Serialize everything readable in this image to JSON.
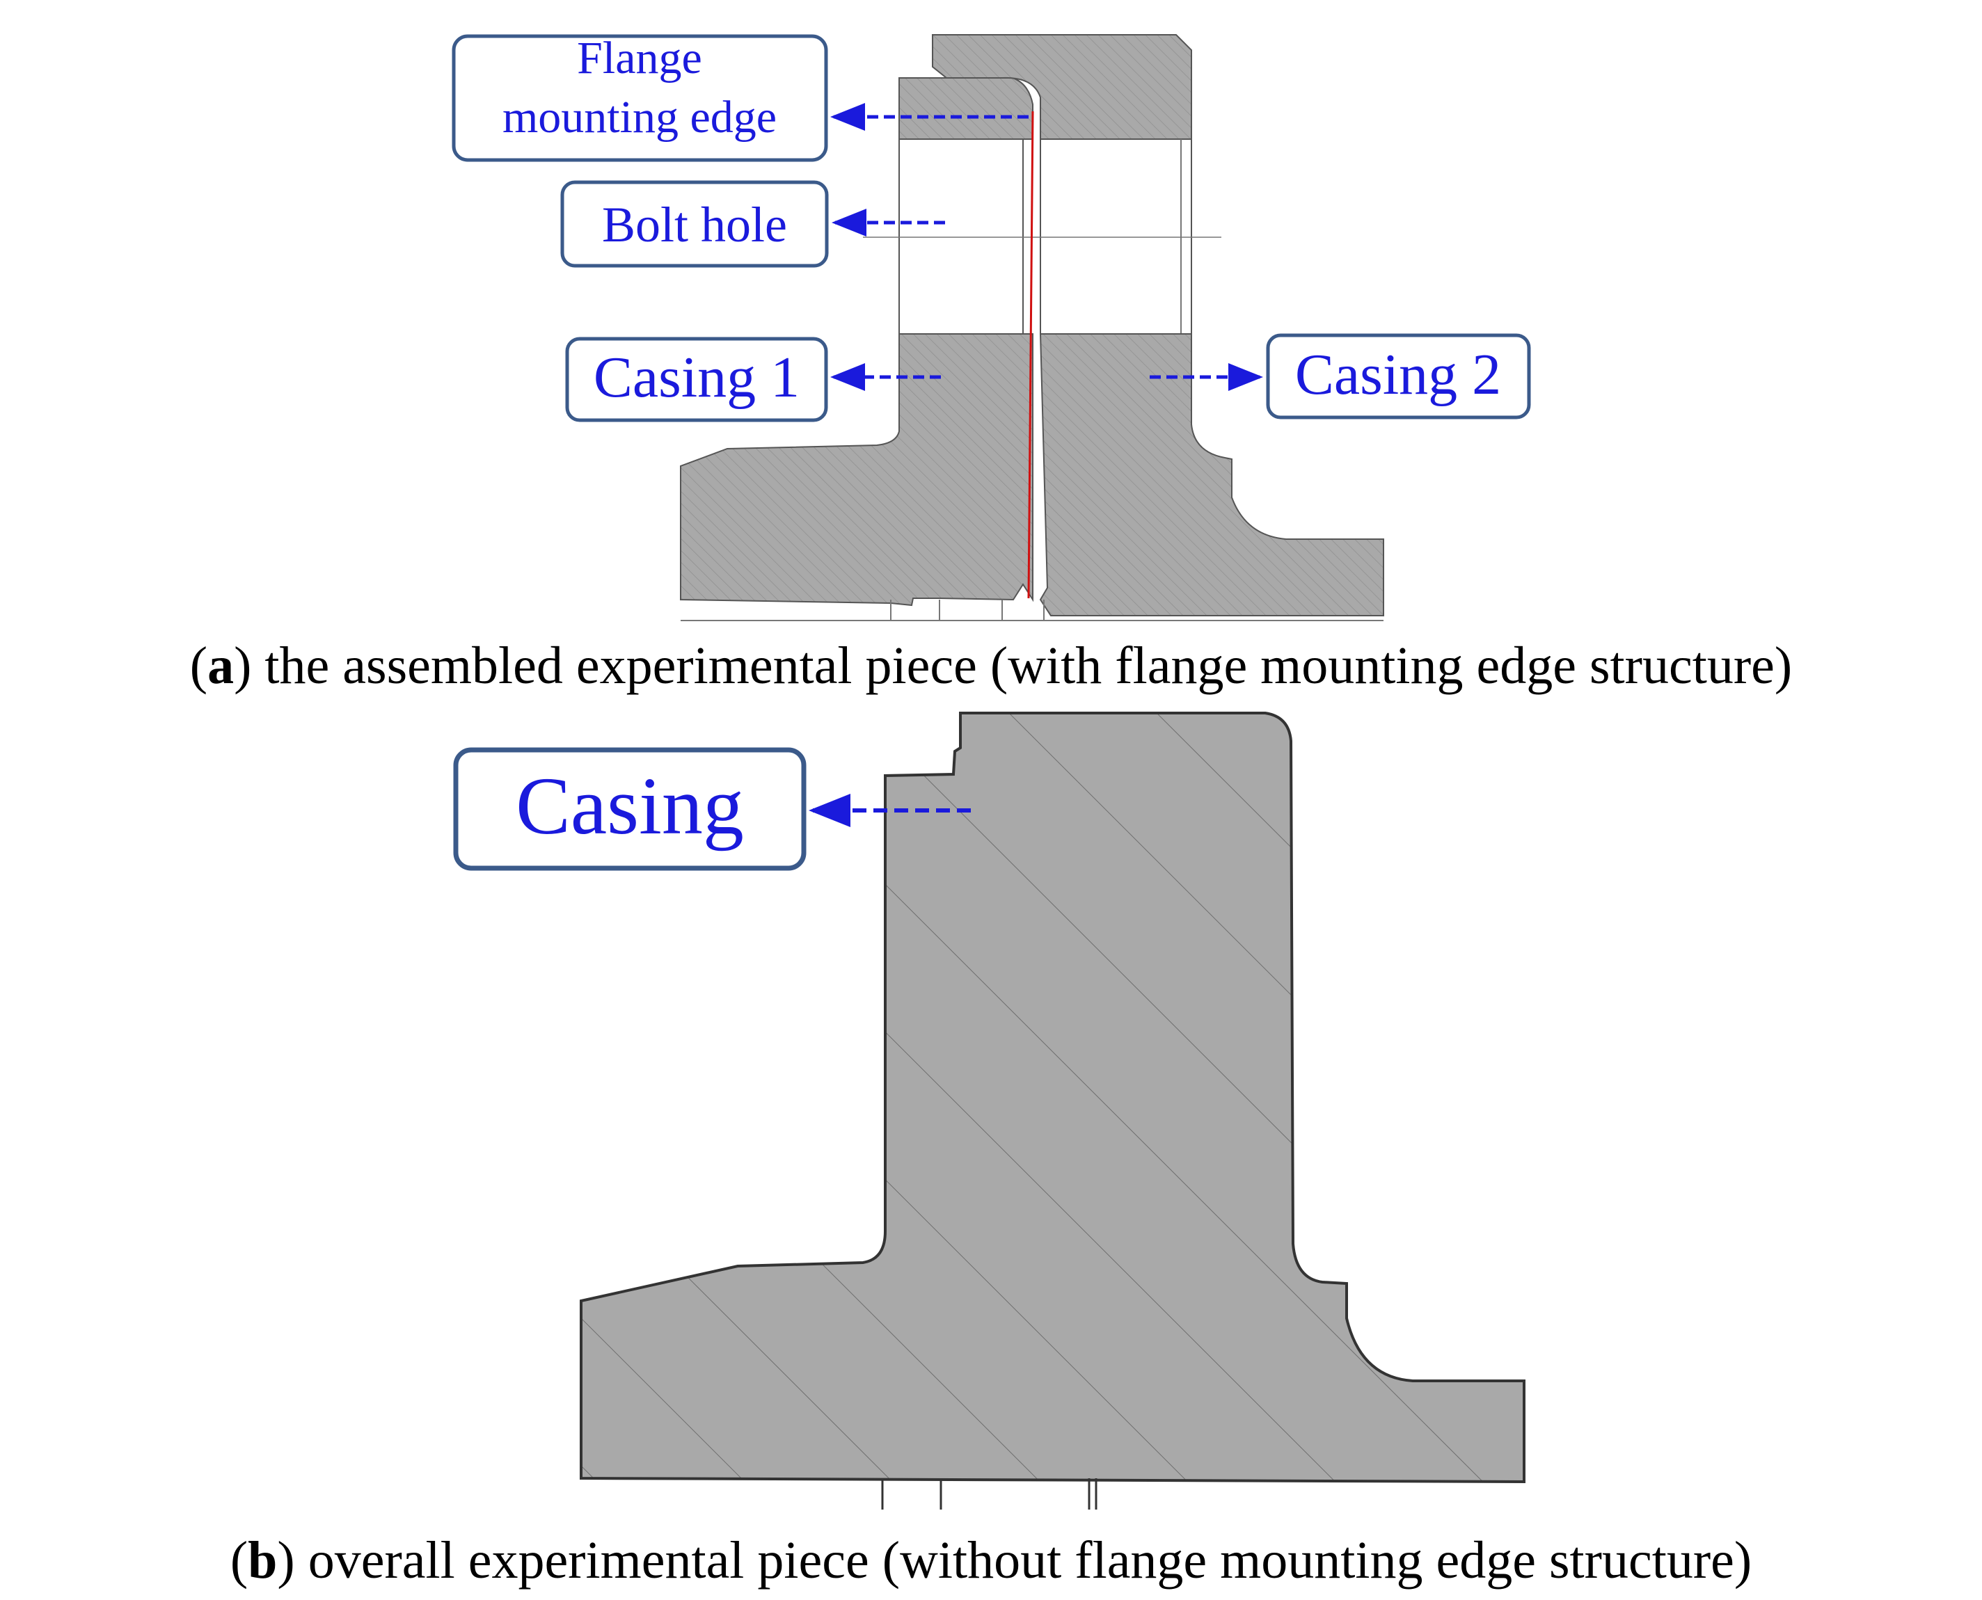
{
  "panel_a": {
    "labels": {
      "flange_line1": "Flange",
      "flange_line2": "mounting edge",
      "bolt_hole": "Bolt hole",
      "casing1": "Casing 1",
      "casing2": "Casing 2"
    },
    "caption": {
      "open": "(",
      "letter": "a",
      "text": ") the assembled experimental piece (with flange mounting edge structure)"
    }
  },
  "panel_b": {
    "labels": {
      "casing": "Casing"
    },
    "caption": {
      "open": "(",
      "letter": "b",
      "text": ") overall experimental piece (without flange mounting edge structure)"
    }
  },
  "colors": {
    "callout_blue": "#1a1adc",
    "callout_border": "#3b5a8a",
    "section_fill": "#a9a9a9",
    "outline": "#333333",
    "interface_line": "#d01010"
  }
}
